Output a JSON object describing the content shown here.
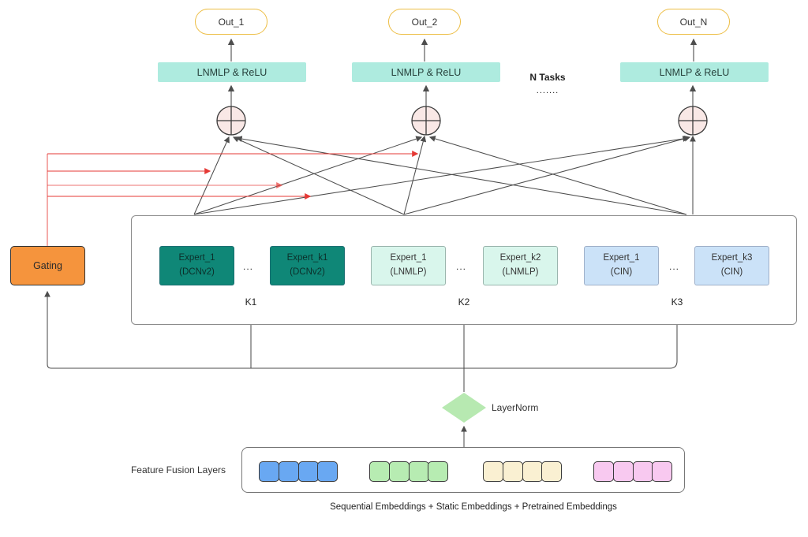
{
  "tasks": {
    "outputs": [
      "Out_1",
      "Out_2",
      "Out_N"
    ],
    "tower_label": "LNMLP & ReLU",
    "more_tasks_label": "N Tasks",
    "more_tasks_dots": "......."
  },
  "gating": {
    "label": "Gating"
  },
  "experts": {
    "groups": [
      {
        "first": {
          "name": "Expert_1",
          "type": "(DCNv2)"
        },
        "dots": "...",
        "last": {
          "name": "Expert_k1",
          "type": "(DCNv2)"
        },
        "count_label": "K1"
      },
      {
        "first": {
          "name": "Expert_1",
          "type": "(LNMLP)"
        },
        "dots": "...",
        "last": {
          "name": "Expert_k2",
          "type": "(LNMLP)"
        },
        "count_label": "K2"
      },
      {
        "first": {
          "name": "Expert_1",
          "type": "(CIN)"
        },
        "dots": "...",
        "last": {
          "name": "Expert_k3",
          "type": "(CIN)"
        },
        "count_label": "K3"
      }
    ]
  },
  "layernorm": {
    "label": "LayerNorm"
  },
  "fusion": {
    "label": "Feature Fusion Layers",
    "caption": "Sequential Embeddings + Static Embeddings + Pretrained Embeddings"
  },
  "colors": {
    "out_border": "#EDBE45",
    "tower_fill": "#AEEBDF",
    "expert_dcn_fill": "#0F8777",
    "expert_lnmlp_fill": "#D9F6EC",
    "expert_cin_fill": "#CBE2F8",
    "gating_fill": "#F5943D",
    "layernorm_fill": "#B7E9B1",
    "sum_node_fill": "#F9E8E6",
    "gate_arrow_red": "#E53935",
    "edge_gray": "#4D4D4D",
    "emb_blue": "#69A8F2",
    "emb_green": "#B7ECB2",
    "emb_yellow": "#FAF0D2",
    "emb_pink": "#F8C9F0"
  }
}
